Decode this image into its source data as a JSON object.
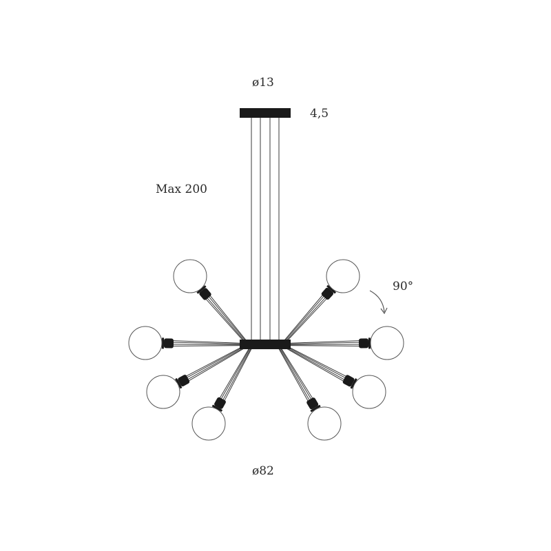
{
  "dimensions": {
    "canopy_diameter": "ø13",
    "canopy_height": "4,5",
    "max_drop": "Max 200",
    "arm_rotation": "90°",
    "overall_diameter": "ø82"
  },
  "colors": {
    "metal": "#1a1a1a",
    "line": "#3a3a3a",
    "globe_stroke": "#555555",
    "globe_fill": "#ffffff"
  },
  "arms": [
    {
      "name": "upper-left",
      "side": "left"
    },
    {
      "name": "upper-right",
      "side": "right"
    },
    {
      "name": "middle-left",
      "side": "left"
    },
    {
      "name": "middle-right",
      "side": "right"
    },
    {
      "name": "lower-left",
      "side": "left"
    },
    {
      "name": "lower-right",
      "side": "right"
    },
    {
      "name": "bottom-left",
      "side": "left"
    },
    {
      "name": "bottom-right",
      "side": "right"
    }
  ]
}
